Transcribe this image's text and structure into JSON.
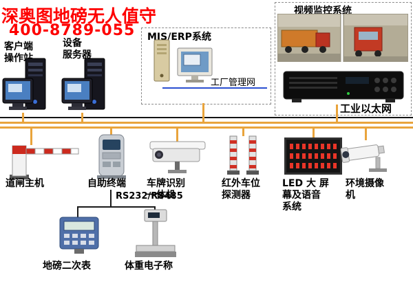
{
  "header": {
    "title": "深奥图地磅无人值守",
    "phone": "400-8789-055"
  },
  "groups": {
    "mis_erp_label": "MIS/ERP系统",
    "factory_net_label": "工厂管理网",
    "video_label": "视频监控系统"
  },
  "network": {
    "ethernet_label": "工业以太网",
    "serial_label": "RS232/RS485"
  },
  "nodes": {
    "client_station": "客户端\n操作站",
    "device_server": "设备\n服务器",
    "barrier_host": "道闸主机",
    "kiosk": "自助终端",
    "lpr_camera": "车牌识别\n一体机",
    "ir_detector": "红外车位\n探测器",
    "led_system": "LED 大 屏\n幕及语音\n系统",
    "env_camera": "环境摄像\n机",
    "scale_indicator": "地磅二次表",
    "electronic_scale": "体重电子称"
  },
  "colors": {
    "title_red": "#fe0000",
    "bus_orange": "#e9a43c",
    "factory_net_blue": "#2a4fd0"
  }
}
